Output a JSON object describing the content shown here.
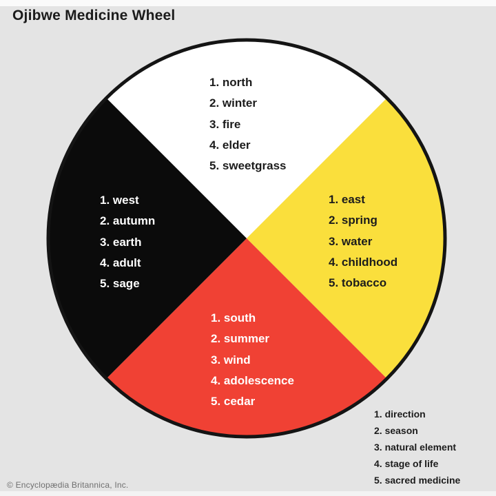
{
  "title": "Ojibwe Medicine Wheel",
  "credit": "© Encyclopædia Britannica, Inc.",
  "colors": {
    "background": "#e4e4e4",
    "north": "#ffffff",
    "east": "#fadf3c",
    "south": "#f04134",
    "west": "#0b0b0b",
    "outline": "#141414"
  },
  "wheel": {
    "north": {
      "direction": "north",
      "items": [
        "1. north",
        "2. winter",
        "3. fire",
        "4. elder",
        "5. sweetgrass"
      ]
    },
    "east": {
      "direction": "east",
      "items": [
        "1. east",
        "2. spring",
        "3. water",
        "4. childhood",
        "5. tobacco"
      ]
    },
    "south": {
      "direction": "south",
      "items": [
        "1. south",
        "2. summer",
        "3. wind",
        "4. adolescence",
        "5. cedar"
      ]
    },
    "west": {
      "direction": "west",
      "items": [
        "1. west",
        "2. autumn",
        "3. earth",
        "4. adult",
        "5. sage"
      ]
    }
  },
  "legend": {
    "items": [
      "1. direction",
      "2. season",
      "3. natural element",
      "4. stage of life",
      "5. sacred medicine"
    ]
  }
}
